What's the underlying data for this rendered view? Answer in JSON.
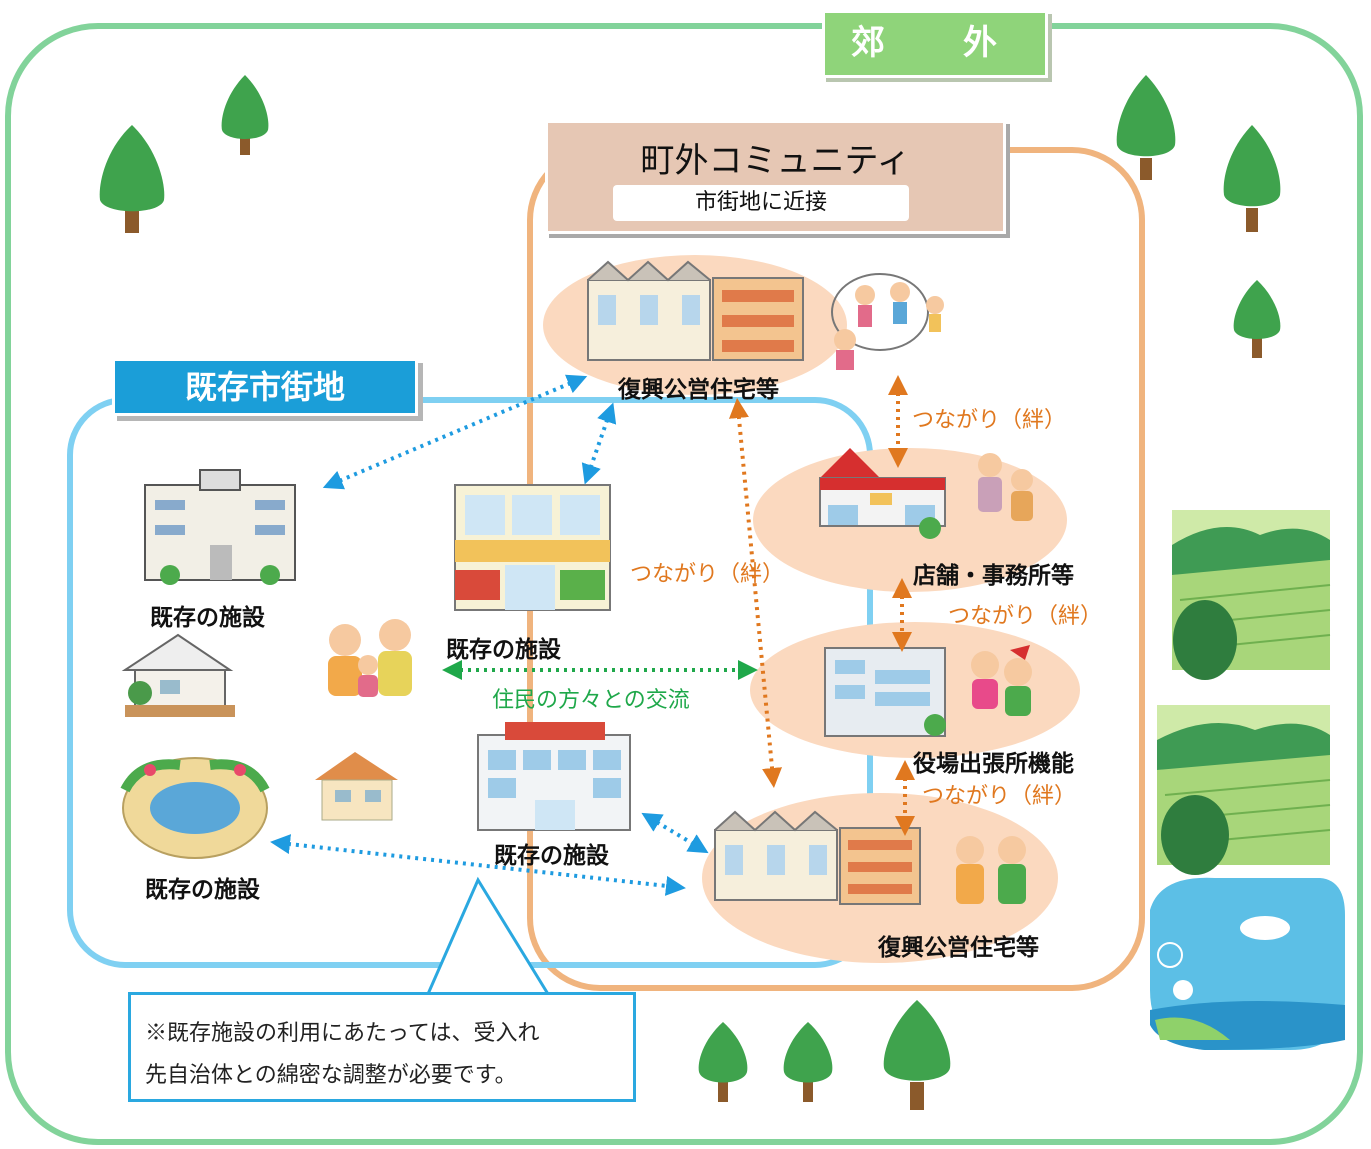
{
  "suburb_label": "郊　外",
  "community": {
    "title": "町外コミュニティ",
    "subtitle": "市街地に近接"
  },
  "existing_city_label": "既存市街地",
  "labels": {
    "public_housing_top": "復興公営住宅等",
    "public_housing_bottom": "復興公営住宅等",
    "shops_offices": "店舗・事務所等",
    "branch_office": "役場出張所機能",
    "facility_school": "既存の施設",
    "facility_supermarket": "既存の施設",
    "facility_hospital": "既存の施設",
    "facility_park": "既存の施設",
    "exchange": "住民の方々との交流",
    "bond_1": "つながり（絆）",
    "bond_2": "つながり（絆）",
    "bond_3": "つながり（絆）",
    "bond_4": "つながり（絆）"
  },
  "note": {
    "line1": "※既存施設の利用にあたっては、受入れ",
    "line2": "先自治体との綿密な調整が必要です。"
  },
  "colors": {
    "suburb_border": "#82d39a",
    "community_border": "#f0b47e",
    "city_border": "#7fd0f2",
    "ellipse_fill": "#fbd9bf",
    "arrow_blue": "#1e9be0",
    "arrow_orange": "#e0781f",
    "arrow_green": "#1fa84a"
  }
}
